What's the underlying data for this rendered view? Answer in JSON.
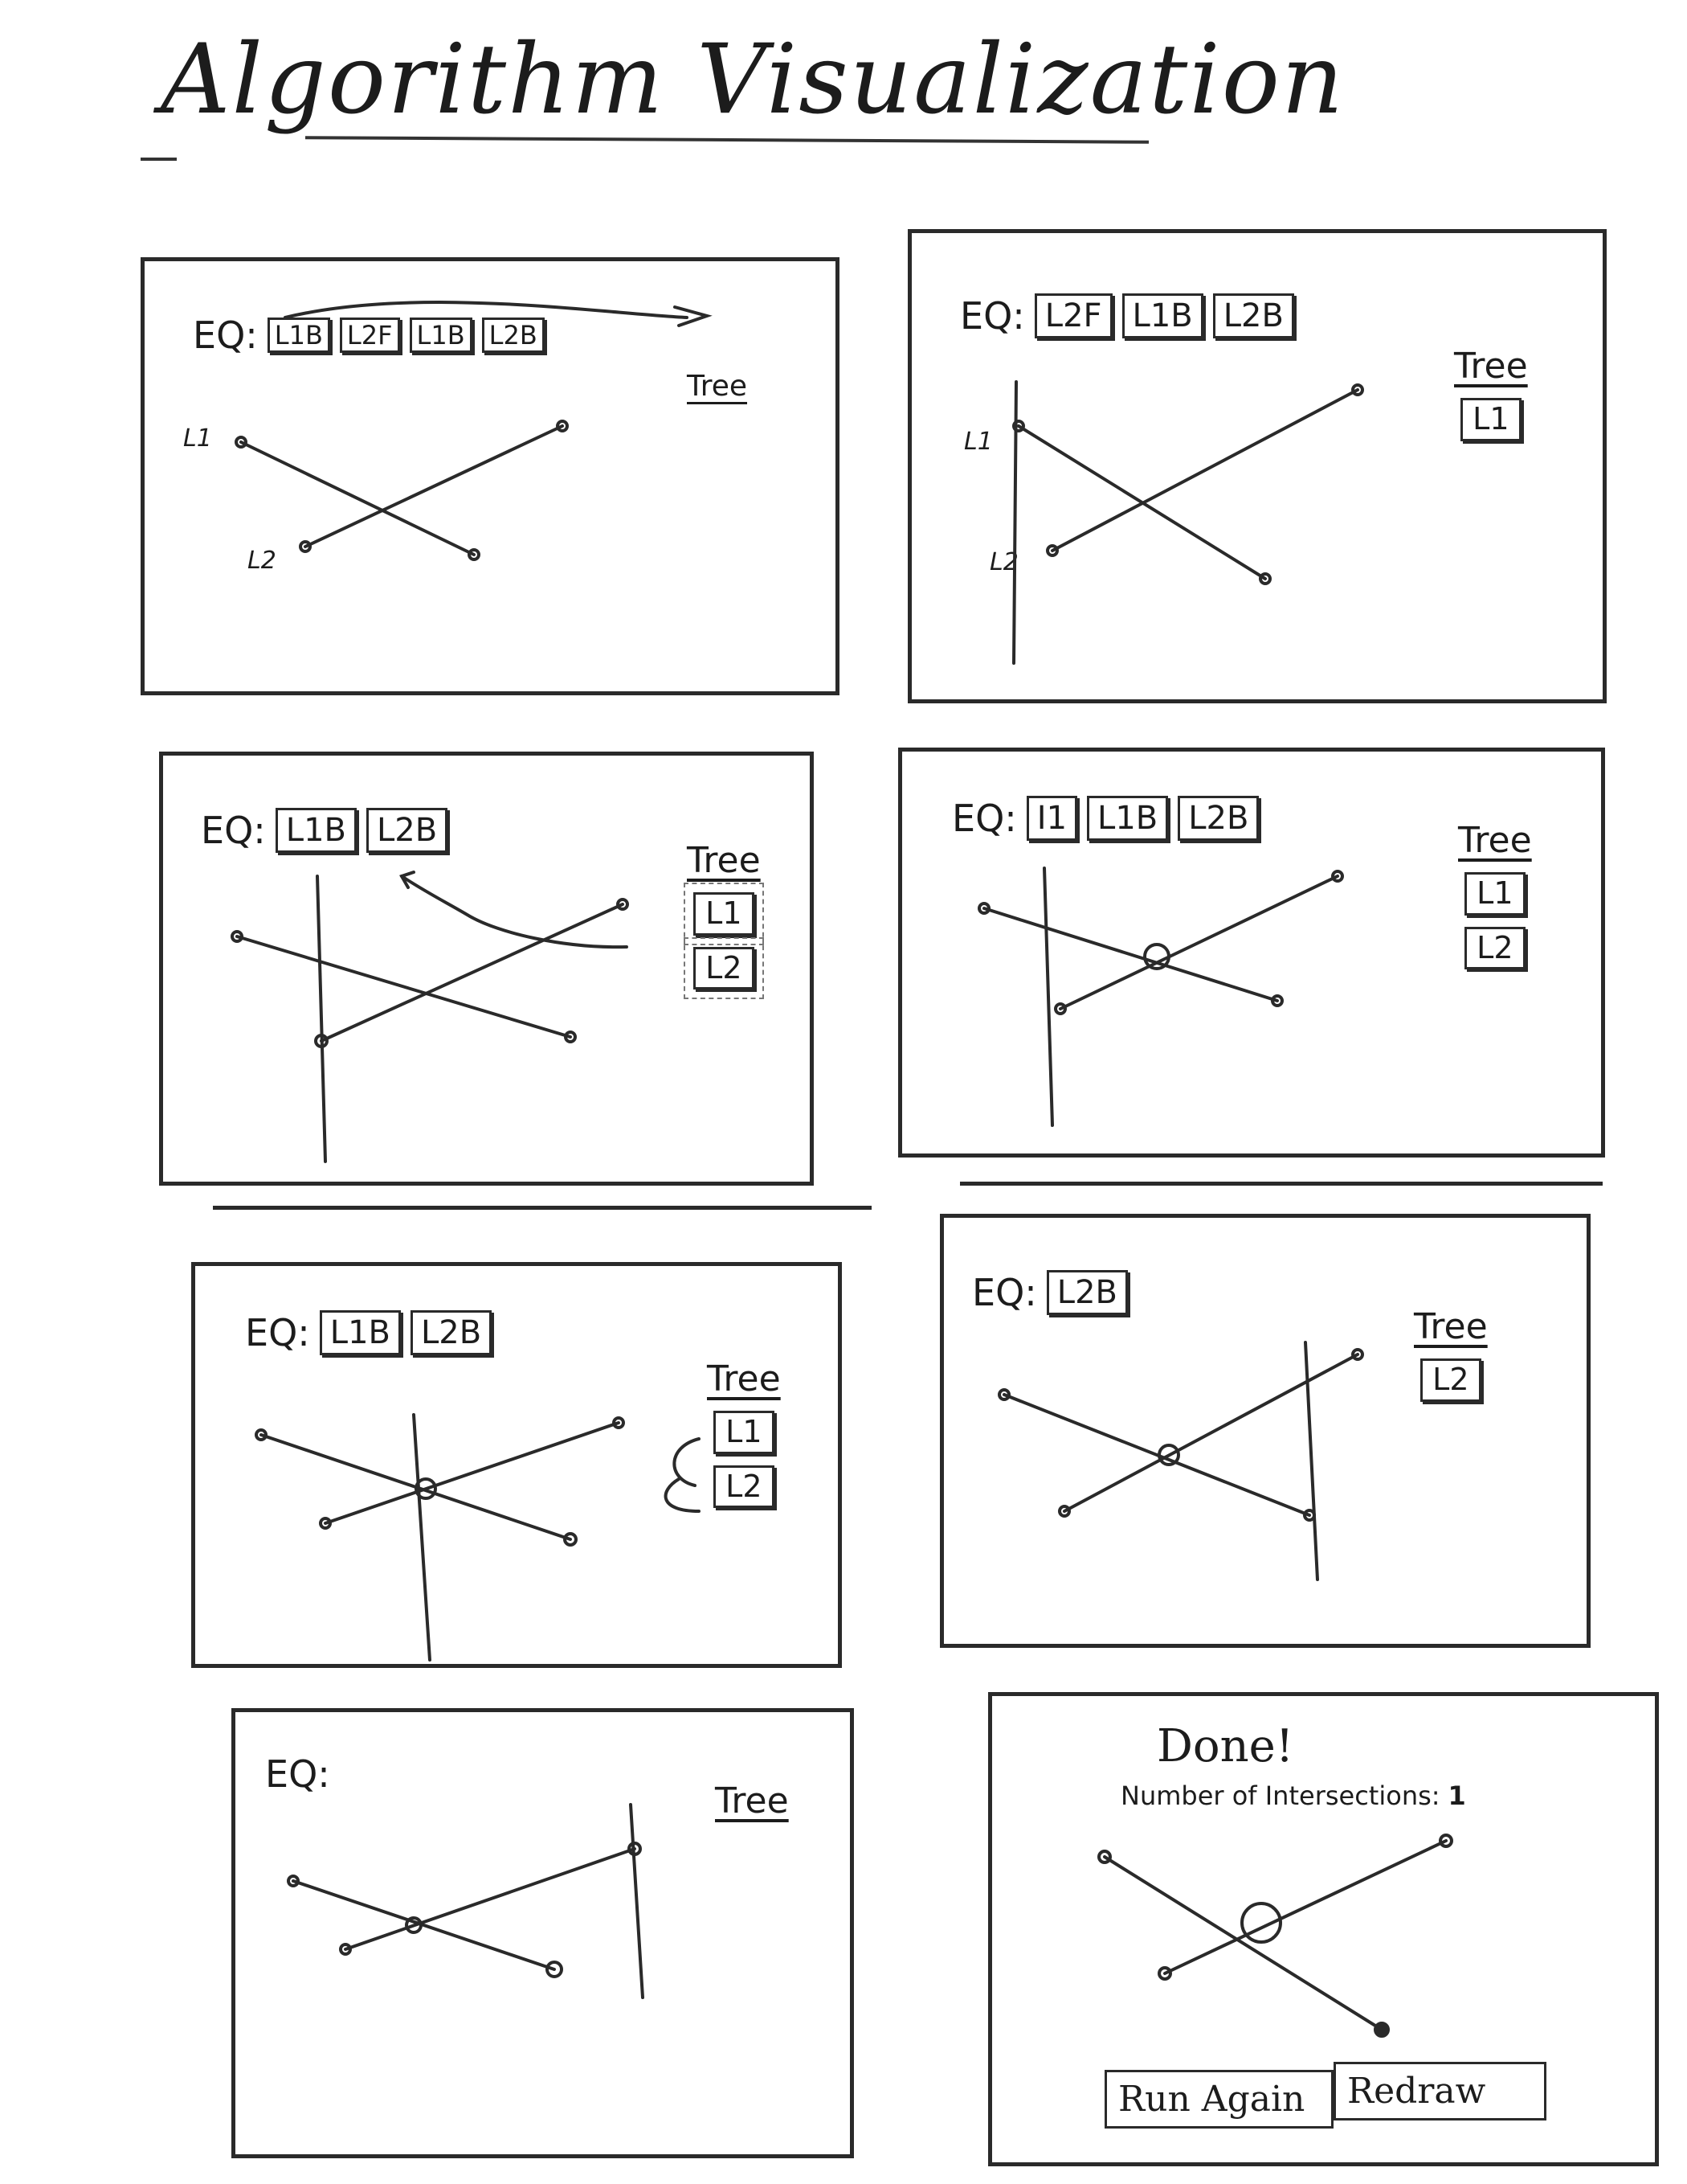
{
  "page": {
    "title": "Algorithm Visualization"
  },
  "panels": [
    {
      "eq_label": "EQ:",
      "queue": [
        "L1B",
        "L2F",
        "L1B",
        "L2B"
      ],
      "tree_label": "Tree",
      "tree_nodes": [],
      "line_labels": [
        "L1",
        "L2"
      ]
    },
    {
      "eq_label": "EQ:",
      "queue": [
        "L2F",
        "L1B",
        "L2B"
      ],
      "tree_label": "Tree",
      "tree_nodes": [
        "L1"
      ],
      "line_labels": [
        "L1",
        "L2"
      ]
    },
    {
      "eq_label": "EQ:",
      "queue": [
        "L1B",
        "L2B"
      ],
      "tree_label": "Tree",
      "tree_nodes": [
        "L1",
        "L2"
      ]
    },
    {
      "eq_label": "EQ:",
      "queue": [
        "I1",
        "L1B",
        "L2B"
      ],
      "tree_label": "Tree",
      "tree_nodes": [
        "L1",
        "L2"
      ]
    },
    {
      "eq_label": "EQ:",
      "queue": [
        "L1B",
        "L2B"
      ],
      "tree_label": "Tree",
      "tree_nodes": [
        "L1",
        "L2"
      ]
    },
    {
      "eq_label": "EQ:",
      "queue": [
        "L2B"
      ],
      "tree_label": "Tree",
      "tree_nodes": [
        "L2"
      ]
    },
    {
      "eq_label": "EQ:",
      "queue": [],
      "tree_label": "Tree",
      "tree_nodes": []
    }
  ],
  "final": {
    "title": "Done!",
    "count_label": "Number of Intersections:",
    "count_value": "1",
    "run_again_label": "Run Again",
    "redraw_label": "Redraw"
  }
}
